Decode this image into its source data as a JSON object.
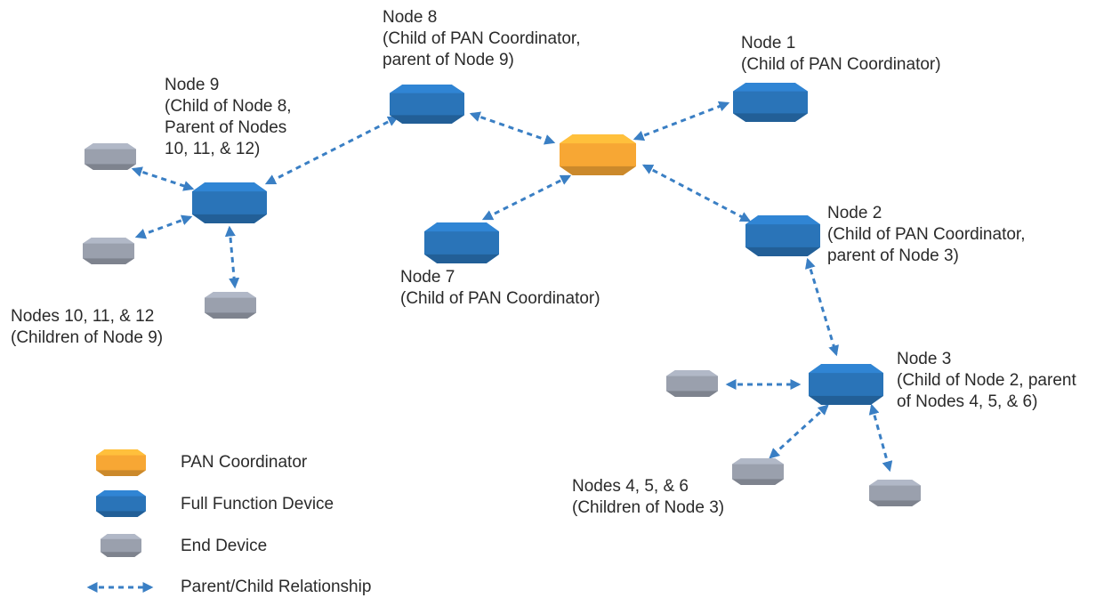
{
  "colors": {
    "coordinator": "#f7a734",
    "ffd": "#2a74b8",
    "end_device": "#9aa0ad",
    "link": "#3a7fc4"
  },
  "labels": {
    "node8": [
      "Node 8",
      "(Child of PAN Coordinator,",
      "parent of Node 9)"
    ],
    "node1": [
      "Node 1",
      "(Child of PAN Coordinator)"
    ],
    "node9": [
      "Node 9",
      "(Child of Node 8,",
      "Parent of Nodes",
      "10, 11, & 12)"
    ],
    "node2": [
      "Node 2",
      "(Child of PAN Coordinator,",
      "parent of Node 3)"
    ],
    "node7": [
      "Node 7",
      "(Child of PAN Coordinator)"
    ],
    "nodes10_12": [
      "Nodes 10, 11, & 12",
      "(Children of Node 9)"
    ],
    "node3": [
      "Node 3",
      "(Child of Node 2, parent",
      "of Nodes 4, 5, & 6)"
    ],
    "nodes4_6": [
      "Nodes 4, 5, & 6",
      "(Children of Node 3)"
    ]
  },
  "legend": {
    "coordinator": "PAN Coordinator",
    "ffd": "Full Function Device",
    "end_device": "End Device",
    "relationship": "Parent/Child Relationship"
  }
}
